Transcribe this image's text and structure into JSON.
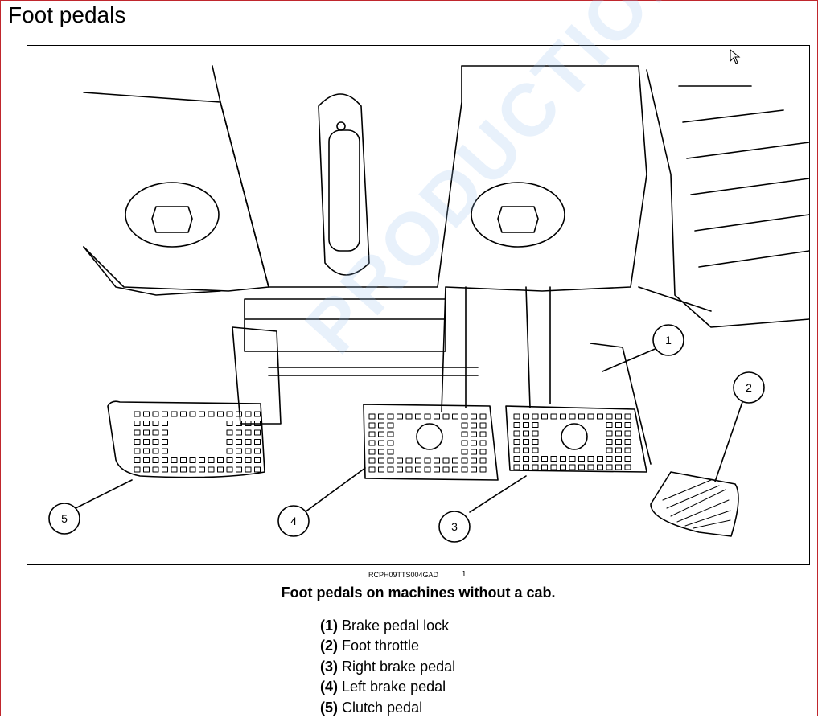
{
  "title": "Foot pedals",
  "figure": {
    "image_code": "RCPH09TTS004GAD",
    "image_number": "1",
    "callouts": [
      "1",
      "2",
      "3",
      "4",
      "5"
    ]
  },
  "caption": "Foot pedals on machines without a cab.",
  "legend": [
    {
      "num": "(1)",
      "label": "Brake pedal lock"
    },
    {
      "num": "(2)",
      "label": "Foot throttle"
    },
    {
      "num": "(3)",
      "label": "Right brake pedal"
    },
    {
      "num": "(4)",
      "label": "Left brake pedal"
    },
    {
      "num": "(5)",
      "label": "Clutch pedal"
    }
  ],
  "watermark": "PRODUCTION",
  "colors": {
    "frame_border": "#c0272d",
    "watermark": "#96bee9"
  }
}
